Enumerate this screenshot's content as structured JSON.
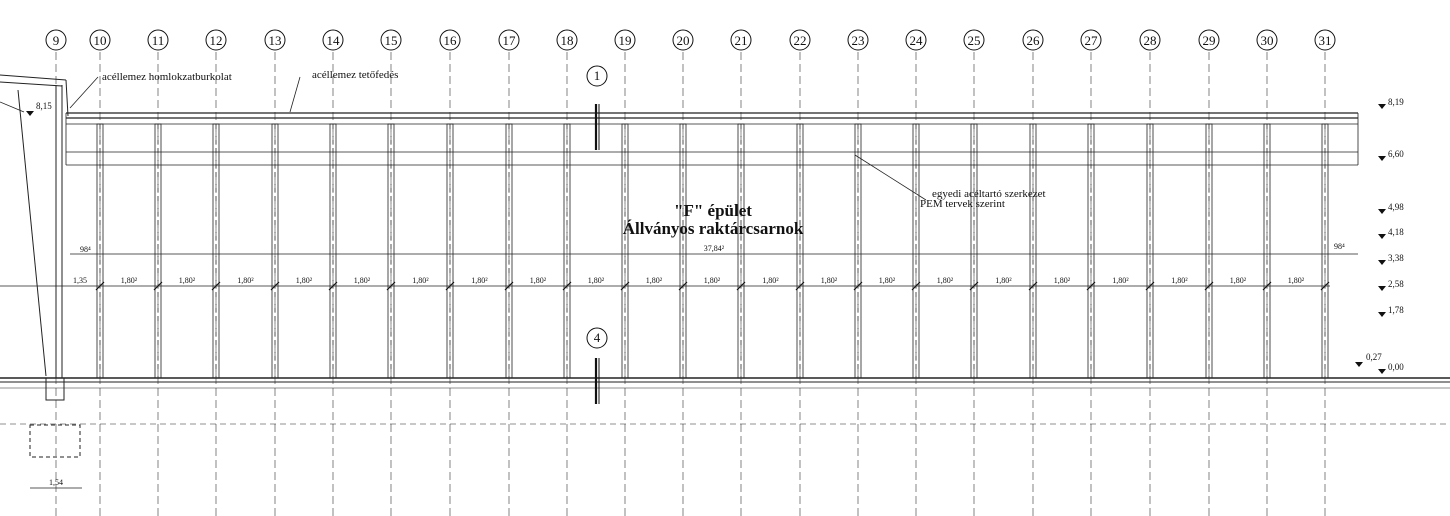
{
  "drawing": {
    "grid_axes": [
      "9",
      "10",
      "11",
      "12",
      "13",
      "14",
      "15",
      "16",
      "17",
      "18",
      "19",
      "20",
      "21",
      "22",
      "23",
      "24",
      "25",
      "26",
      "27",
      "28",
      "29",
      "30",
      "31"
    ],
    "section_markers": [
      "1",
      "4"
    ],
    "title_line1": "\"F\" épület",
    "title_line2": "Állványos raktárcsarnok",
    "notes": {
      "facade": "acéllemez homlokzatburkolat",
      "roof": "acéllemez tetőfedés",
      "structure_line1": "egyedi acéltartó szerkezet",
      "structure_line2": "PEM tervek szerint"
    },
    "levels_right": [
      "8,19",
      "6,60",
      "4,98",
      "4,18",
      "3,38",
      "2,58",
      "1,78",
      "0,00"
    ],
    "level_left": "8,15",
    "level_floor": "0,27",
    "dims": {
      "overall": "37,84²",
      "left_overhang": "98⁴",
      "right_overhang": "98⁴",
      "first_bay": "1,35",
      "bays": [
        "1,80²",
        "1,80²",
        "1,80²",
        "1,80²",
        "1,80²",
        "1,80²",
        "1,80²",
        "1,80²",
        "1,80²",
        "1,80²",
        "1,80²",
        "1,80²",
        "1,80²",
        "1,80²",
        "1,80²",
        "1,80²",
        "1,80²",
        "1,80²",
        "1,80²",
        "1,80²",
        "1,80²"
      ],
      "foundation": "1,54"
    }
  }
}
